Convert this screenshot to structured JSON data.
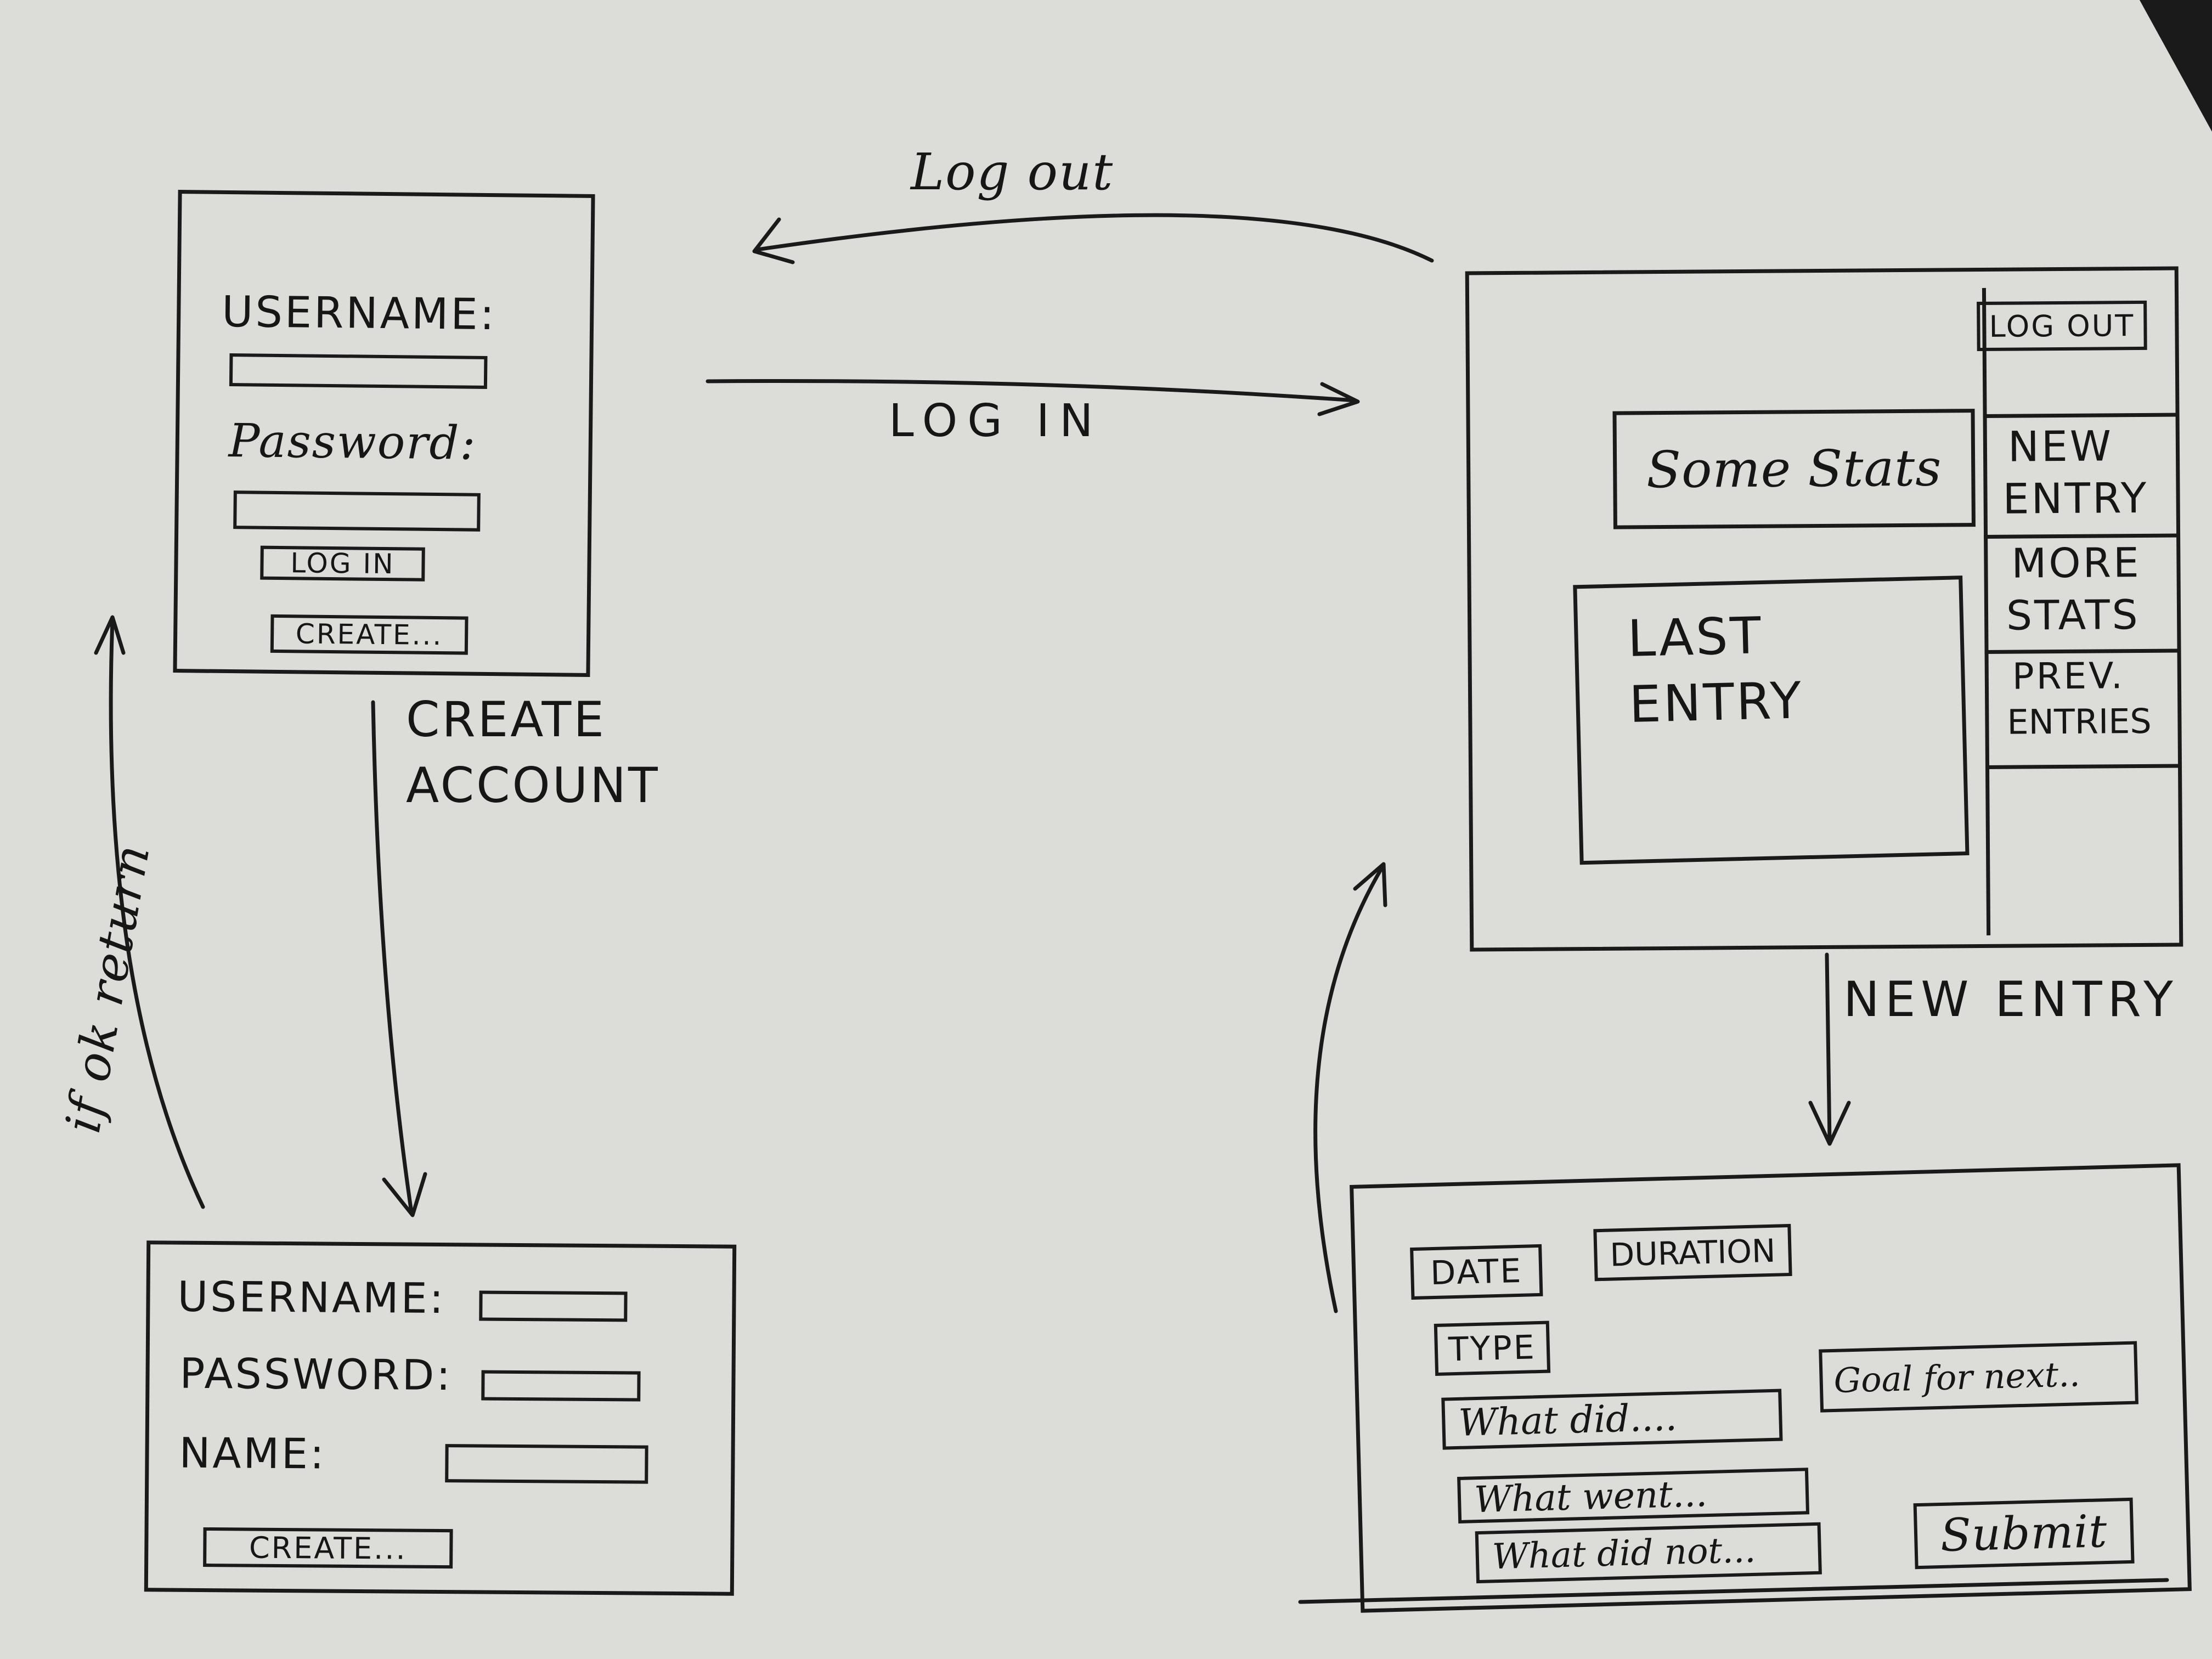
{
  "colors": {
    "paper": "#dcdcd9",
    "ink": "#1a1a1a",
    "background": "#1a1a1a"
  },
  "login_screen": {
    "username_label": "USERNAME:",
    "password_label": "Password:",
    "login_button": "LOG IN",
    "create_button": "CREATE..."
  },
  "create_screen": {
    "username_label": "USERNAME:",
    "password_label": "PASSWORD:",
    "name_label": "NAME:",
    "create_button": "CREATE..."
  },
  "dashboard_screen": {
    "logout_button": "LOG OUT",
    "stats_box": "Some Stats",
    "last_entry_line1": "LAST",
    "last_entry_line2": "ENTRY",
    "menu": [
      {
        "line1": "NEW",
        "line2": "ENTRY"
      },
      {
        "line1": "MORE",
        "line2": "STATS"
      },
      {
        "line1": "PREV.",
        "line2": "ENTRIES"
      }
    ]
  },
  "entry_screen": {
    "date_button": "DATE",
    "duration_button": "DURATION",
    "type_button": "TYPE",
    "what_did_field": "What did....",
    "what_went_field": "What went...",
    "what_did_not_field": "What did not...",
    "goal_field": "Goal for next..",
    "submit_button": "Submit"
  },
  "arrows": {
    "log_out": "Log out",
    "log_in": "LOG IN",
    "create_account_line1": "CREATE",
    "create_account_line2": "ACCOUNT",
    "if_ok_return": "if ok return",
    "new_entry": "NEW ENTRY"
  }
}
